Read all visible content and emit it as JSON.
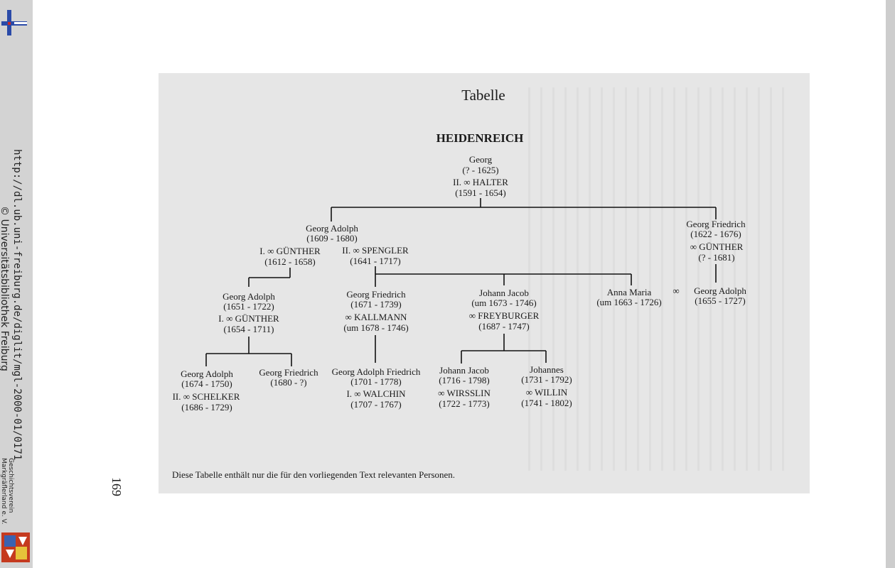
{
  "viewer": {
    "url": "http://dl.ub.uni-freiburg.de/diglit/mgl-2000-01/0171",
    "copyright": "© Universitätsbibliothek Freiburg",
    "society_line1": "Geschichtsverein",
    "society_line2": "Markgräflerland e. V."
  },
  "page": {
    "title": "Tabelle",
    "heading": "HEIDENREICH",
    "footnote": "Diese Tabelle enthält nur die für den vorliegenden Text relevanten Personen.",
    "page_number": "169"
  },
  "tree": {
    "root": {
      "name": "Georg",
      "dates": "(? - 1625)",
      "spouse": "II. ∞ HALTER",
      "spouse_dates": "(1591 - 1654)"
    },
    "georg_adolph_1": {
      "name": "Georg Adolph",
      "dates": "(1609 - 1680)",
      "spouse1": "I. ∞ GÜNTHER",
      "spouse1_dates": "(1612 - 1658)",
      "spouse2": "II. ∞ SPENGLER",
      "spouse2_dates": "(1641 - 1717)"
    },
    "georg_friedrich_1": {
      "name": "Georg Friedrich",
      "dates": "(1622 - 1676)",
      "spouse": "∞ GÜNTHER",
      "spouse_dates": "(? - 1681)"
    },
    "georg_adolph_2": {
      "name": "Georg Adolph",
      "dates": "(1651 - 1722)",
      "spouse": "I. ∞ GÜNTHER",
      "spouse_dates": "(1654 - 1711)"
    },
    "georg_friedrich_2": {
      "name": "Georg Friedrich",
      "dates": "(1671 - 1739)",
      "spouse": "∞ KALLMANN",
      "spouse_dates": "(um 1678 - 1746)"
    },
    "johann_jacob_1": {
      "name": "Johann Jacob",
      "dates": "(um 1673 - 1746)",
      "spouse": "∞ FREYBURGER",
      "spouse_dates": "(1687 - 1747)"
    },
    "anna_maria": {
      "name": "Anna Maria",
      "dates": "(um 1663 - 1726)",
      "marriage_symbol": "∞"
    },
    "georg_adolph_anna": {
      "name": "Georg Adolph",
      "dates": "(1655 - 1727)"
    },
    "georg_adolph_3": {
      "name": "Georg Adolph",
      "dates": "(1674 - 1750)",
      "spouse": "II. ∞ SCHELKER",
      "spouse_dates": "(1686 - 1729)"
    },
    "georg_friedrich_3": {
      "name": "Georg Friedrich",
      "dates": "(1680 - ?)"
    },
    "georg_adolph_friedrich": {
      "name": "Georg Adolph Friedrich",
      "dates": "(1701 - 1778)",
      "spouse": "I. ∞ WALCHIN",
      "spouse_dates": "(1707 - 1767)"
    },
    "johann_jacob_2": {
      "name": "Johann Jacob",
      "dates": "(1716 - 1798)",
      "spouse": "∞ WIRSSLIN",
      "spouse_dates": "(1722 - 1773)"
    },
    "johannes": {
      "name": "Johannes",
      "dates": "(1731 - 1792)",
      "spouse": "∞ WILLIN",
      "spouse_dates": "(1741 - 1802)"
    }
  }
}
